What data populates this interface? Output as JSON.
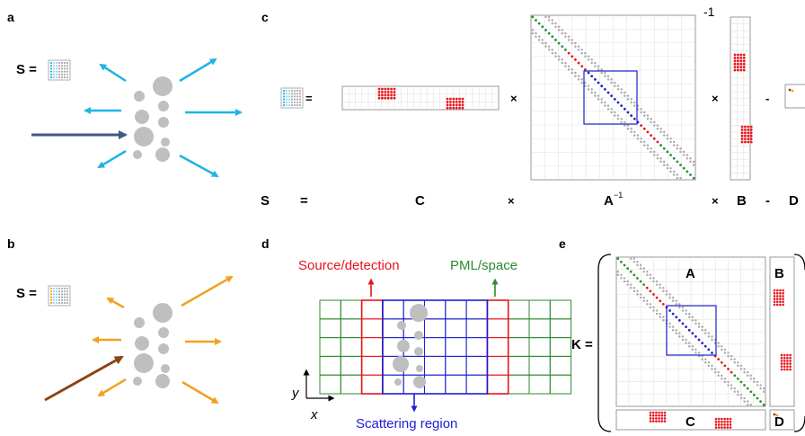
{
  "panels": {
    "a": "a",
    "b": "b",
    "c": "c",
    "d": "d",
    "e": "e"
  },
  "eq_a": "S =",
  "eq_b": "S =",
  "eq_c": {
    "equals": "=",
    "times1": "×",
    "times2": "×",
    "minus": "-",
    "inverse_exp": "-1",
    "S": "S",
    "eq": "=",
    "C": "C",
    "x1": "×",
    "A": "A",
    "A_exp": "−1",
    "x2": "×",
    "B": "B",
    "minus2": "-",
    "D": "D"
  },
  "panel_d": {
    "source_label": "Source/detection",
    "pml_label": "PML/space",
    "scatter_label": "Scattering region",
    "x_axis": "x",
    "y_axis": "y"
  },
  "panel_e": {
    "K": "K =",
    "A": "A",
    "B": "B",
    "C": "C",
    "D": "D"
  },
  "colors": {
    "blue_arrow": "#1fb4e4",
    "orange_arrow": "#f0a21e",
    "dark_blue": "#3b5a86",
    "brown": "#8b4513",
    "grey_dot": "#aaaaaa",
    "scatterer": "#bfbfbf",
    "red": "#e8141c",
    "green": "#2e8b2e",
    "blue": "#2020d0"
  }
}
